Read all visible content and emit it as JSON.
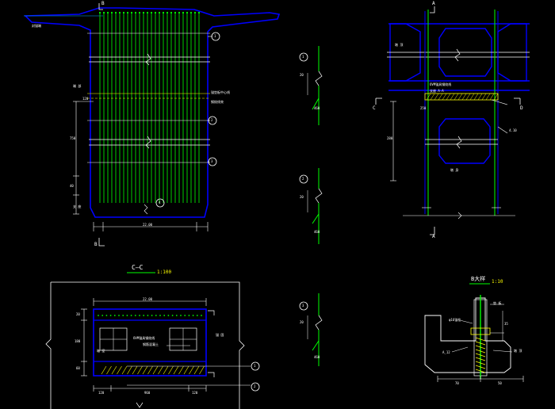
{
  "drawing": {
    "section_title": "C—C",
    "section_scale": "1:100",
    "detail_title": "B大样",
    "detail_scale": "1:10",
    "section_marks": {
      "a": "A",
      "b": "B",
      "c": "C",
      "d": "D"
    },
    "plan_view": {
      "callouts": [
        "1",
        "2",
        "3",
        "4"
      ],
      "overall_dim": "22.00",
      "notes": [
        "封锚端",
        "端 部",
        "锚垫板中心线",
        "钢绞线束",
        "支 座"
      ],
      "left_dims": [
        "120",
        "750",
        "40"
      ]
    },
    "elevation_view": {
      "labels": [
        "墩 顶",
        "OVM锚具钢绞线",
        "支座 A-A",
        "墩 身",
        "4.10"
      ],
      "dims": [
        "280",
        "250"
      ]
    },
    "tendon_profiles": [
      {
        "callout": "1",
        "dims": [
          "20",
          "460"
        ]
      },
      {
        "callout": "2",
        "dims": [
          "20",
          "460"
        ]
      },
      {
        "callout": "3",
        "dims": [
          "20",
          "460"
        ]
      }
    ],
    "cc_section": {
      "top_dim": "22.00",
      "bottom_dims": [
        "120",
        "960",
        "120"
      ],
      "left_dims": [
        "20",
        "180",
        "60"
      ],
      "labels": [
        "OVM锚具钢绞线",
        "箱 室",
        "钢筋混凝土",
        "锚 固"
      ],
      "callouts": [
        "1",
        "2"
      ]
    },
    "detail_b": {
      "labels": [
        "φ16锚栓",
        "A_12",
        "垫 板",
        "墩 顶"
      ],
      "dims": [
        "35",
        "70",
        "50"
      ]
    }
  },
  "colors": {
    "background": "#000000",
    "outline": "#0000ff",
    "tendon": "#00ff00",
    "text": "#ffffff",
    "dimension": "#ffff00",
    "hatch": "#ffff00"
  }
}
